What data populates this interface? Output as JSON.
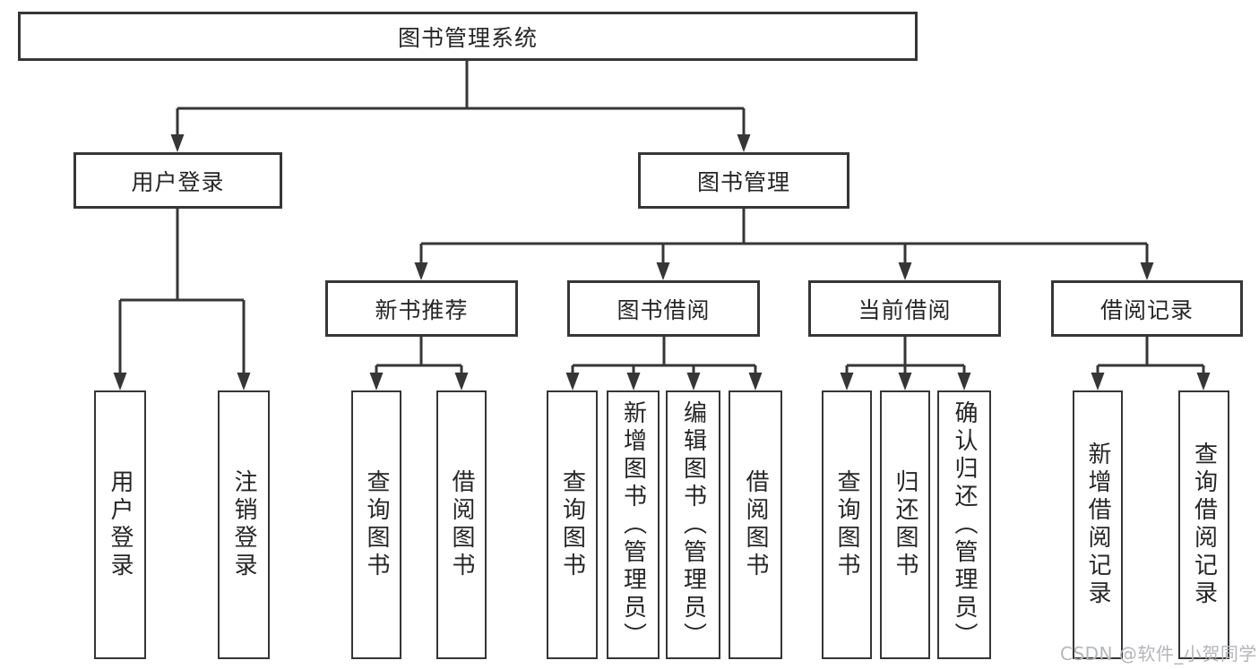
{
  "tree": {
    "label": "图书管理系统",
    "children": [
      {
        "label": "用户登录",
        "children": [
          {
            "label": "用户登录"
          },
          {
            "label": "注销登录"
          }
        ]
      },
      {
        "label": "图书管理",
        "children": [
          {
            "label": "新书推荐",
            "children": [
              {
                "label": "查询图书"
              },
              {
                "label": "借阅图书"
              }
            ]
          },
          {
            "label": "图书借阅",
            "children": [
              {
                "label": "查询图书"
              },
              {
                "label": "新增图书（管理员）"
              },
              {
                "label": "编辑图书（管理员）"
              },
              {
                "label": "借阅图书"
              }
            ]
          },
          {
            "label": "当前借阅",
            "children": [
              {
                "label": "查询图书"
              },
              {
                "label": "归还图书"
              },
              {
                "label": "确认归还（管理员）"
              }
            ]
          },
          {
            "label": "借阅记录",
            "children": [
              {
                "label": "新增借阅记录"
              },
              {
                "label": "查询借阅记录"
              }
            ]
          }
        ]
      }
    ]
  },
  "watermark": {
    "text": "CSDN @软件_小贺同学"
  },
  "colors": {
    "line": "#363636",
    "box_border": "#363636",
    "text": "#262626",
    "watermark": "#b3b6ba",
    "background": "#ffffff"
  }
}
